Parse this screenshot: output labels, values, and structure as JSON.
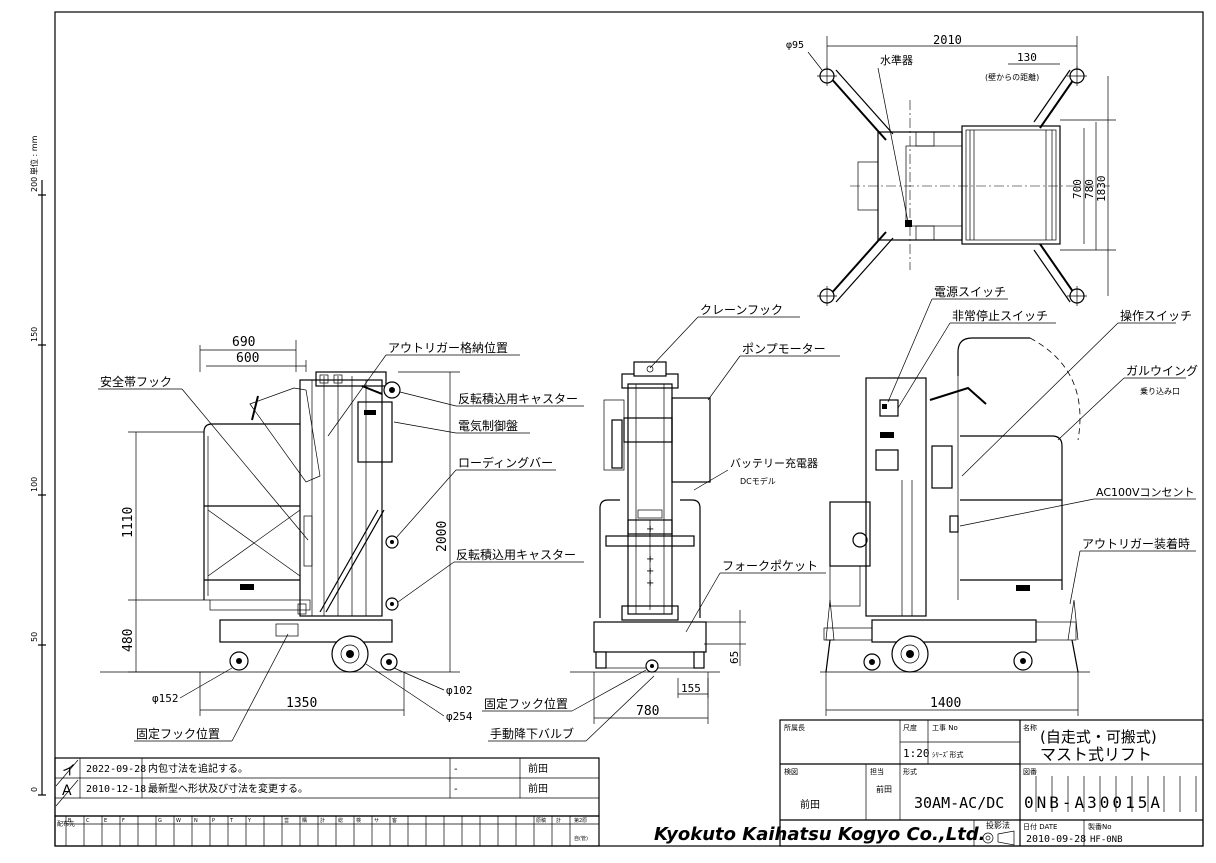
{
  "units_note": "単位 : mm",
  "scale_marks": [
    "200",
    "150",
    "100",
    "50",
    "0"
  ],
  "top_view": {
    "dims": [
      "φ95",
      "2010",
      "130",
      "(壁からの距離)",
      "700",
      "780",
      "1830"
    ],
    "labels": [
      "水準器"
    ]
  },
  "side_view": {
    "dims": [
      "690",
      "600",
      "1110",
      "480",
      "2000",
      "1350",
      "φ152",
      "φ102",
      "φ254"
    ],
    "labels": [
      "アウトリガー格納位置",
      "安全帯フック",
      "反転積込用キャスター",
      "電気制御盤",
      "ローディングバー",
      "反転積込用キャスター",
      "固定フック位置"
    ]
  },
  "front_view": {
    "dims": [
      "65",
      "155",
      "780"
    ],
    "labels": [
      "クレーンフック",
      "ポンプモーター",
      "バッテリー充電器",
      "DCモデル",
      "フォークポケット",
      "固定フック位置",
      "手動降下バルブ"
    ]
  },
  "rear_view": {
    "dims": [
      "1400"
    ],
    "labels": [
      "電源スイッチ",
      "非常停止スイッチ",
      "操作スイッチ",
      "ガルウイング",
      "乗り込み口",
      "AC100Vコンセント",
      "アウトリガー装着時"
    ]
  },
  "revisions": [
    {
      "mark": "イ",
      "date": "2022-09-28",
      "desc": "内包寸法を追記する。",
      "dash": "-",
      "by": "前田"
    },
    {
      "mark": "A",
      "date": "2010-12-18",
      "desc": "最新型へ形状及び寸法を変更する。",
      "dash": "-",
      "by": "前田"
    }
  ],
  "distribution_row": {
    "label": "配布先",
    "cells": [
      "B",
      "C",
      "E",
      "F",
      "G",
      "W",
      "N",
      "P",
      "T",
      "Y",
      "営",
      "購",
      "計",
      "総",
      "検",
      "サ",
      "客"
    ],
    "tail": [
      "原稿",
      "計",
      "第2原",
      "自(管)"
    ]
  },
  "company": "Kyokuto Kaihatsu Kogyo Co.,Ltd.",
  "title_block": {
    "dept_label": "所属長",
    "scale_label": "尺度",
    "work_label": "工事 No",
    "scale": "1:20",
    "work_value": "ｼﾘｰｽﾞ形式",
    "name_label": "名称",
    "name1": "(自走式・可搬式)",
    "name2": "マスト式リフト",
    "check_label": "検図",
    "checker": "前田",
    "charge_label": "担当",
    "charge": "前田",
    "model_label": "形式",
    "model": "30AM-AC/DC",
    "drawing_no_label": "図番",
    "drawing_no": "0NB-A30015A",
    "projection_label": "投影法",
    "date_label": "日付 DATE",
    "date": "2010-09-28",
    "series_label": "製番No",
    "series": "HF-0NB"
  }
}
